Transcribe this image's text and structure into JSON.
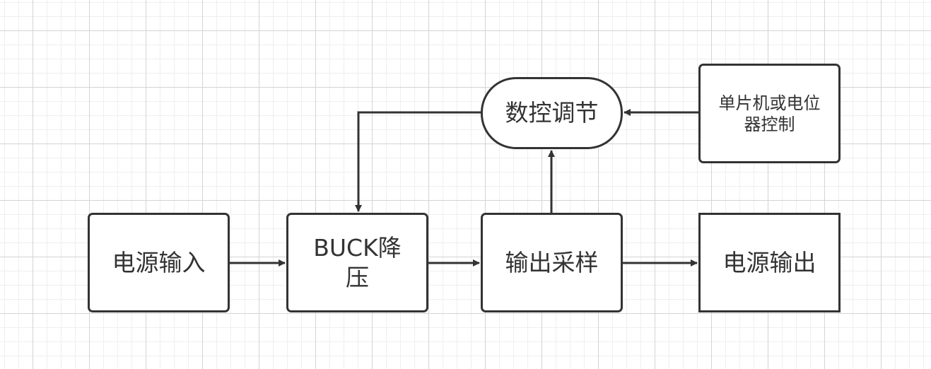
{
  "diagram": {
    "nodes": [
      {
        "id": "input",
        "label": "电源输入"
      },
      {
        "id": "buck",
        "label": "BUCK降压"
      },
      {
        "id": "sample",
        "label": "输出采样"
      },
      {
        "id": "output",
        "label": "电源输出"
      },
      {
        "id": "control",
        "label": "数控调节"
      },
      {
        "id": "mcu",
        "label": "单片机或电位器控制"
      }
    ],
    "edges": [
      {
        "from": "input",
        "to": "buck"
      },
      {
        "from": "buck",
        "to": "sample"
      },
      {
        "from": "sample",
        "to": "output"
      },
      {
        "from": "sample",
        "to": "control"
      },
      {
        "from": "control",
        "to": "buck"
      },
      {
        "from": "mcu",
        "to": "control"
      }
    ],
    "colors": {
      "stroke": "#333333",
      "background": "#ffffff",
      "grid": "#d4d4d4"
    }
  }
}
